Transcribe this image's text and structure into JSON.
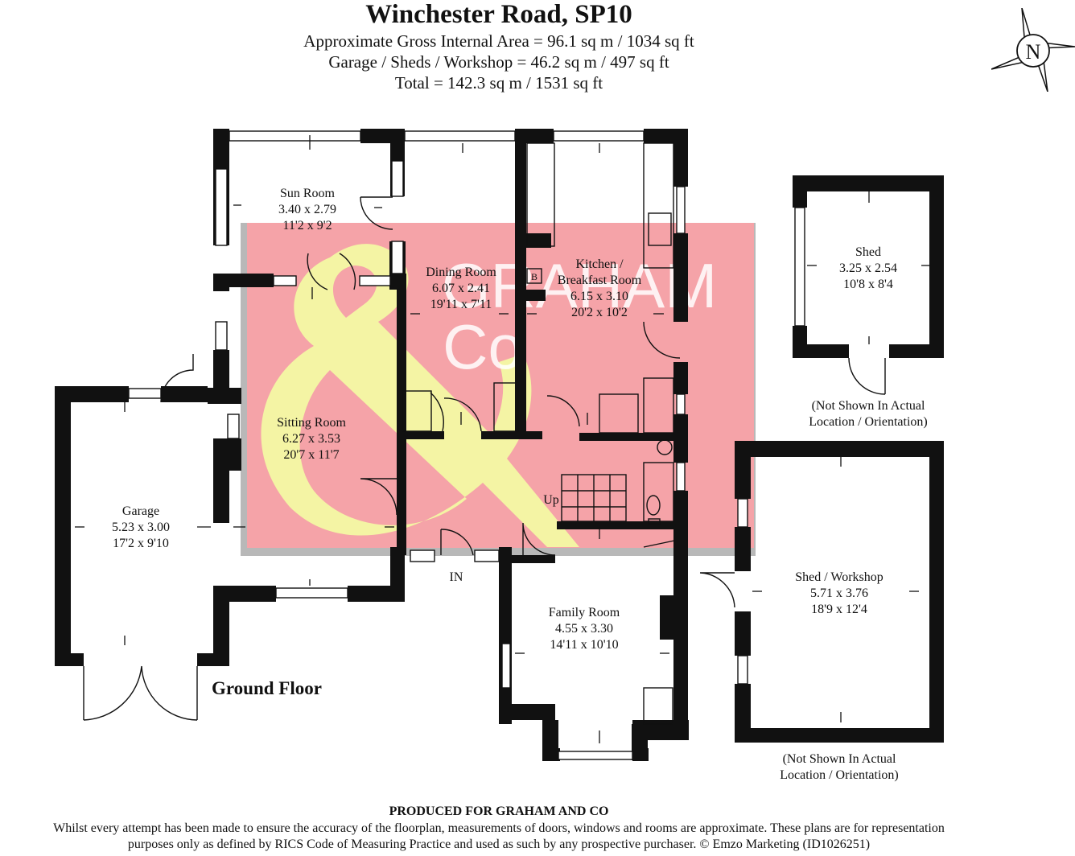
{
  "header": {
    "title": "Winchester Road, SP10",
    "line1": "Approximate Gross Internal Area = 96.1 sq m / 1034 sq ft",
    "line2": "Garage / Sheds / Workshop = 46.2 sq m / 497 sq ft",
    "line3": "Total = 142.3 sq m / 1531 sq ft"
  },
  "compass": {
    "label": "N"
  },
  "watermark": {
    "line1": "GRAHAM",
    "line2": "Co",
    "color_bg": "#f5a3a8",
    "color_amp": "#f4f4a4"
  },
  "rooms": {
    "sun_room": {
      "name": "Sun Room",
      "metric": "3.40 x 2.79",
      "imperial": "11'2 x 9'2"
    },
    "dining_room": {
      "name": "Dining Room",
      "metric": "6.07 x 2.41",
      "imperial": "19'11 x 7'11"
    },
    "kitchen": {
      "name1": "Kitchen /",
      "name2": "Breakfast Room",
      "metric": "6.15 x 3.10",
      "imperial": "20'2 x 10'2"
    },
    "sitting_room": {
      "name": "Sitting Room",
      "metric": "6.27 x 3.53",
      "imperial": "20'7 x 11'7"
    },
    "garage": {
      "name": "Garage",
      "metric": "5.23 x 3.00",
      "imperial": "17'2 x 9'10"
    },
    "family_room": {
      "name": "Family Room",
      "metric": "4.55 x 3.30",
      "imperial": "14'11 x 10'10"
    },
    "shed": {
      "name": "Shed",
      "metric": "3.25 x 2.54",
      "imperial": "10'8 x 8'4"
    },
    "workshop": {
      "name": "Shed / Workshop",
      "metric": "5.71 x 3.76",
      "imperial": "18'9 x 12'4"
    }
  },
  "labels": {
    "boiler": "B",
    "up": "Up",
    "entrance": "IN",
    "floor": "Ground Floor",
    "note1_a": "(Not Shown In Actual",
    "note1_b": "Location / Orientation)",
    "note2_a": "(Not Shown In Actual",
    "note2_b": "Location / Orientation)"
  },
  "footer": {
    "produced": "PRODUCED FOR GRAHAM AND CO",
    "line1": "Whilst every attempt has been made to ensure the accuracy of the floorplan, measurements of doors, windows and rooms are approximate. These plans are for representation",
    "line2": "purposes only as defined by RICS Code of Measuring Practice and used as such by any prospective purchaser. © Emzo Marketing (ID1026251)"
  }
}
